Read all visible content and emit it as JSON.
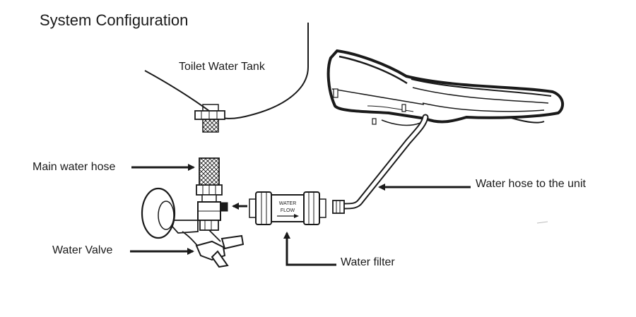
{
  "title": "System Configuration",
  "labels": {
    "tank": "Toilet Water Tank",
    "main_hose": "Main water hose",
    "unit_hose": "Water hose to the unit",
    "valve": "Water Valve",
    "filter": "Water filter"
  },
  "filter_marking": {
    "line1": "WATER",
    "line2": "FLOW"
  },
  "colors": {
    "ink": "#1a1a1a",
    "background": "#ffffff"
  }
}
